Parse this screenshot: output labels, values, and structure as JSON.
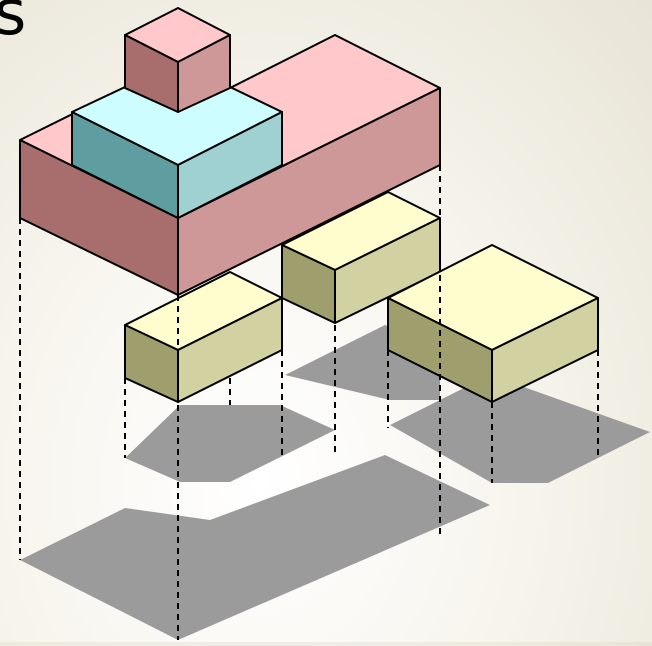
{
  "caption_fragment": "s",
  "colors": {
    "background": "#f4f2ea",
    "shadow": "#9b9b9b",
    "outline": "#000000",
    "pink_top": "#ffc8cb",
    "pink_left": "#a86e6e",
    "pink_right": "#cf9898",
    "cyan_top": "#cdfdff",
    "cyan_left": "#5f9ea0",
    "cyan_right": "#9fd0d2",
    "yellow_top": "#fffcce",
    "yellow_left": "#9f9f6e",
    "yellow_right": "#d2d1a1"
  },
  "blocks": [
    {
      "id": "large-pink-slab",
      "color": "pink"
    },
    {
      "id": "cyan-box",
      "color": "cyan"
    },
    {
      "id": "small-pink-cube",
      "color": "pink"
    },
    {
      "id": "yellow-block-left",
      "color": "yellow"
    },
    {
      "id": "yellow-block-middle",
      "color": "yellow"
    },
    {
      "id": "yellow-block-right",
      "color": "yellow"
    }
  ]
}
